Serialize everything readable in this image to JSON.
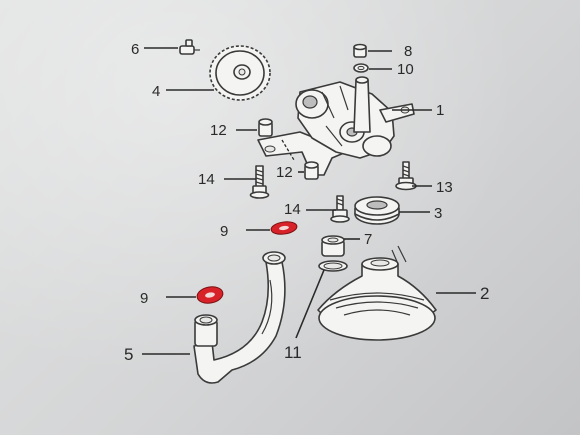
{
  "callouts": {
    "c1": "1",
    "c2": "2",
    "c3": "3",
    "c4": "4",
    "c5": "5",
    "c6": "6",
    "c7": "7",
    "c8": "8",
    "c9a": "9",
    "c9b": "9",
    "c10": "10",
    "c11": "11",
    "c12a": "12",
    "c12b": "12",
    "c13": "13",
    "c14a": "14",
    "c14b": "14"
  },
  "colors": {
    "paper": "#d8d9da",
    "linework": "#3a3a3a",
    "gasket_highlight": "#d8222a"
  }
}
